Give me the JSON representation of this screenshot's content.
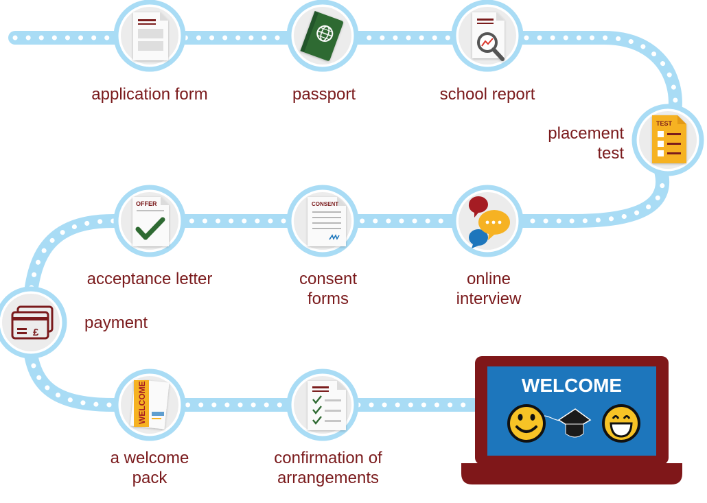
{
  "steps": {
    "application_form": "application form",
    "passport": "passport",
    "school_report": "school report",
    "placement_test": [
      "placement",
      "test"
    ],
    "online_interview": [
      "online",
      "interview"
    ],
    "consent_forms": [
      "consent",
      "forms"
    ],
    "acceptance_letter": "acceptance letter",
    "payment": "payment",
    "welcome_pack": [
      "a welcome",
      "pack"
    ],
    "confirmation": [
      "confirmation of",
      "arrangements"
    ]
  },
  "icon_text": {
    "test_tab": "TEST",
    "offer_tab": "OFFER",
    "consent_tab": "CONSENT",
    "currency": "£",
    "pack_cover": "WELCOME",
    "laptop_screen": "WELCOME"
  },
  "colors": {
    "path": "#a9dcf5",
    "label": "#7a1a1c",
    "laptop": "#7f1719",
    "screen": "#1d76bc",
    "passport": "#2f6b30",
    "test": "#f6b223",
    "check": "#2f6b30",
    "smiley": "#f7c326"
  }
}
